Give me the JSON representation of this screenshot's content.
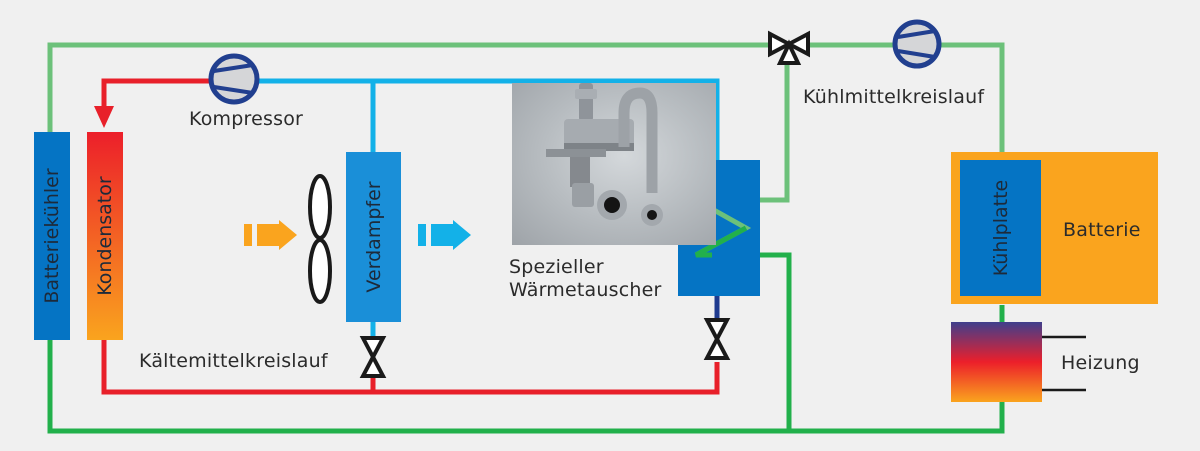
{
  "colors": {
    "background": "#f0f0f0",
    "coolant_light": "#6cc17a",
    "coolant_dark": "#22b04b",
    "refrigerant_hot": "#e8202a",
    "refrigerant_cold": "#13b1e8",
    "component_blue": "#0574c4",
    "battery_orange": "#faa41e",
    "pump_ring": "#213f8f",
    "pump_fill": "#d5d6d8",
    "valve_black": "#1a1a1a"
  },
  "labels": {
    "compressor": "Kompressor",
    "coolant_loop": "Kühlmittelkreislauf",
    "refrigerant_loop": "Kältemittelkreislauf",
    "heat_exchanger_line1": "Spezieller",
    "heat_exchanger_line2": "Wärmetauscher",
    "battery": "Batterie",
    "heater": "Heizung"
  },
  "vertical_labels": {
    "battery_cooler": "Batteriekühler",
    "condenser": "Kondensator",
    "evaporator": "Verdampfer",
    "cooling_plate": "Kühlplatte"
  },
  "icons": {
    "compressor": "compressor-pump-icon",
    "coolant_pump": "coolant-pump-icon",
    "three_way_valve": "three-way-valve-icon",
    "expansion_valve": "expansion-valve-icon",
    "fan": "fan-icon",
    "airflow": "airflow-arrow-icon",
    "heat_exchanger_photo": "heat-exchanger-photo"
  }
}
